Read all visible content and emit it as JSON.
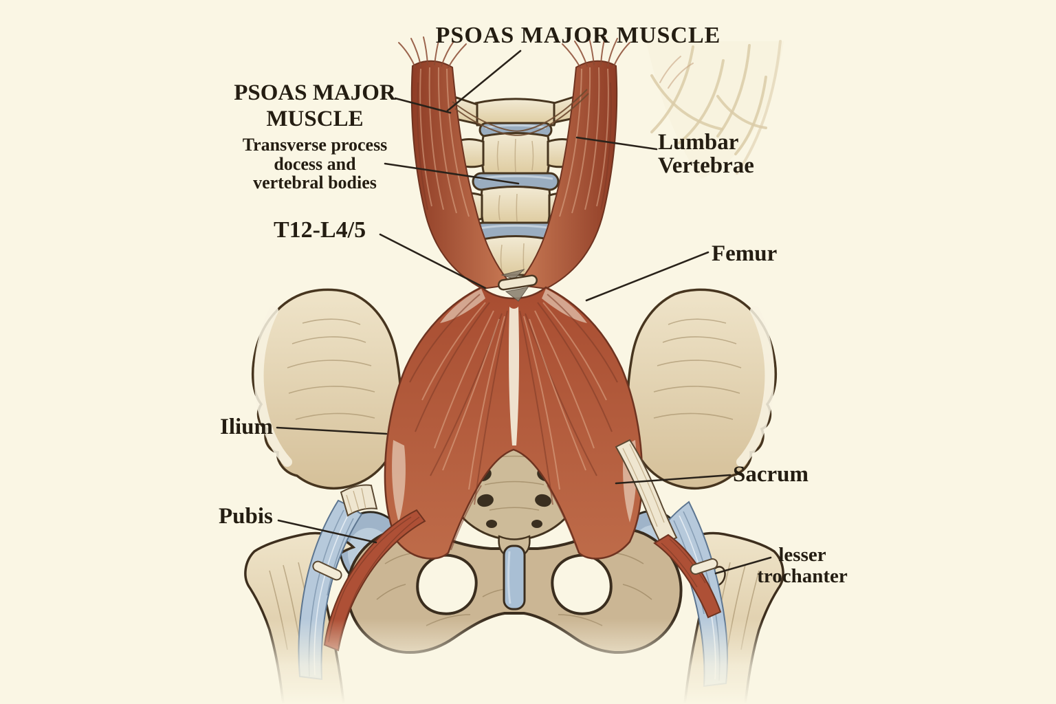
{
  "labels": {
    "psoas_top": "PSOAS MAJOR MUSCLE",
    "psoas_left_1": "PSOAS MAJOR",
    "psoas_left_2": "MUSCLE",
    "psoas_left_sub_1": "Transverse process",
    "psoas_left_sub_2": "docess and",
    "psoas_left_sub_3": "vertebral bodies",
    "t12": "T12-L4/5",
    "lumbar_1": "Lumbar",
    "lumbar_2": "Vertebrae",
    "femur": "Femur",
    "ilium": "Ilium",
    "sacrum": "Sacrum",
    "pubis": "Pubis",
    "lesser_1": "lesser",
    "lesser_2": "trochanter"
  },
  "palette": {
    "bg": "#FAF6E4",
    "ink": "#29221A",
    "text": "#241D12",
    "bone": "#EDE2C6",
    "boneShade": "#D9C7A3",
    "boneDeep": "#CBB694",
    "outline": "#47351F",
    "muscle": "#B05A3C",
    "muscleDark": "#7E3A26",
    "muscleLight": "#D88F6F",
    "fascia": "#F2E9D6",
    "blue": "#B6C9DB",
    "blueDark": "#5C7590",
    "blueLight": "#D8E3EC",
    "hole": "#3A2F20",
    "notch": "#66543E",
    "sketch": "#DACBA8"
  }
}
